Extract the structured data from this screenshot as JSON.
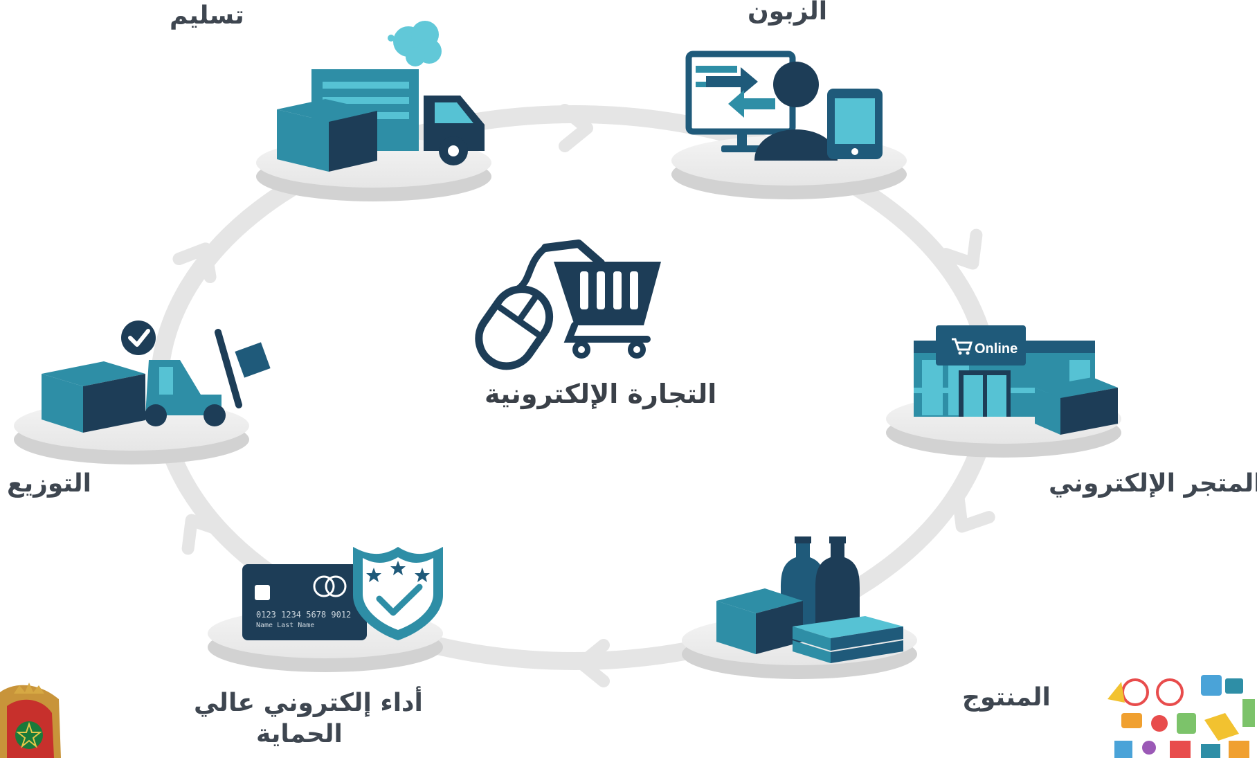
{
  "colors": {
    "dark_navy": "#1d3d57",
    "navy": "#1f5a7a",
    "teal": "#2e8ea6",
    "light_teal": "#56c2d4",
    "cloud": "#61c8d8",
    "platform_top": "#f1f1f1",
    "platform_side": "#d2d2d2",
    "cycle_arrow": "#e5e5e5",
    "label_text": "#3e4650"
  },
  "center": {
    "icon": "shopping-cart-with-mouse-icon",
    "label": "التجارة الإلكترونية"
  },
  "stages": {
    "customer": {
      "label": "الزبون",
      "icon": "computer-user-tablet-icon"
    },
    "store": {
      "label": "المتجر الإلكتروني",
      "icon": "online-storefront-icon",
      "sign_text": "Online"
    },
    "product": {
      "label": "المنتوج",
      "icon": "bottles-and-boxes-icon"
    },
    "payment": {
      "label_line1": "أداء إلكتروني عالي",
      "label_line2": "الحماية",
      "icon": "credit-card-shield-icon",
      "card_number": "0123 1234 5678 9012",
      "card_name": "Name Last Name"
    },
    "distribution": {
      "label": "التوزيع",
      "icon": "forklift-package-icon"
    },
    "delivery": {
      "label": "تسليم",
      "icon": "delivery-truck-icon"
    }
  },
  "corner_marks": {
    "left": "moroccan-coat-of-arms-emblem",
    "right": "colorful-shopping-items-collage"
  }
}
